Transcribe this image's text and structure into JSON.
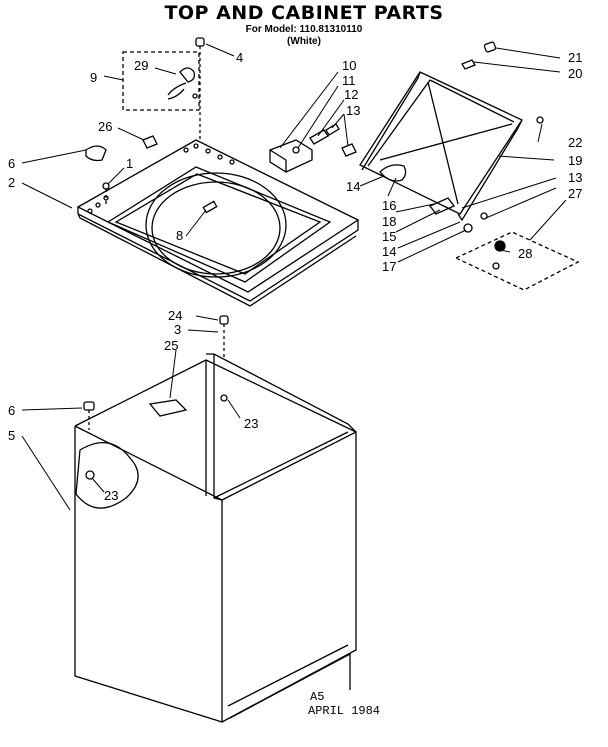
{
  "title": "TOP AND CABINET PARTS",
  "model_line": "For Model: 110.81310110",
  "color_line": "(White)",
  "callouts": {
    "c29": "29",
    "c4a": "4",
    "c9": "9",
    "c10": "10",
    "c11": "11",
    "c12": "12",
    "c13a": "13",
    "c21": "21",
    "c20": "20",
    "c26": "26",
    "c6a": "6",
    "c1": "1",
    "c2": "2",
    "c8": "8",
    "c14a": "14",
    "c16": "16",
    "c18": "18",
    "c15": "15",
    "c14b": "14",
    "c17": "17",
    "c22": "22",
    "c19": "19",
    "c13b": "13",
    "c27": "27",
    "c28": "28",
    "c24": "24",
    "c3": "3",
    "c25": "25",
    "c23a": "23",
    "c6b": "6",
    "c5": "5",
    "c23b": "23"
  },
  "footer": {
    "code": "A5",
    "date": "APRIL 1984"
  }
}
